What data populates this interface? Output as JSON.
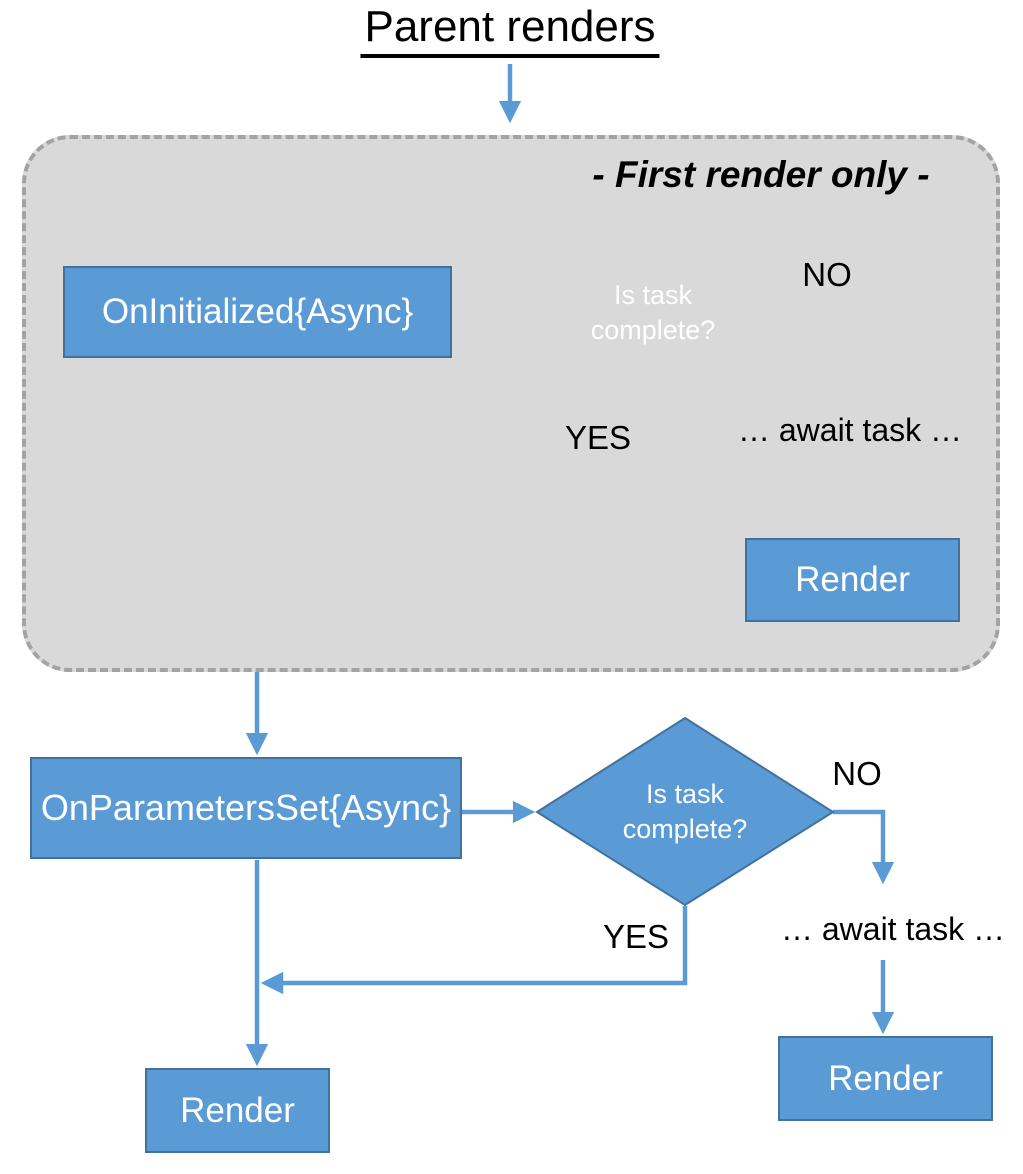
{
  "title": "Parent renders",
  "group": {
    "label": "- First render only -"
  },
  "nodes": {
    "on_initialized": "OnInitialized{Async}",
    "decision1": "Is task complete?",
    "render1": "Render",
    "on_parameters_set": "OnParametersSet{Async}",
    "decision2": "Is task complete?",
    "render2": "Render",
    "render3": "Render"
  },
  "labels": {
    "no1": "NO",
    "yes1": "YES",
    "await1": "… await task …",
    "no2": "NO",
    "yes2": "YES",
    "await2": "… await task …"
  },
  "colors": {
    "node_fill": "#5b9bd5",
    "node_border": "#41719c",
    "arrow": "#5b9bd5",
    "group_fill": "#d9d9d9",
    "group_border": "#a3a3a3",
    "text_on_node": "#ffffff",
    "text_dark": "#000000"
  }
}
